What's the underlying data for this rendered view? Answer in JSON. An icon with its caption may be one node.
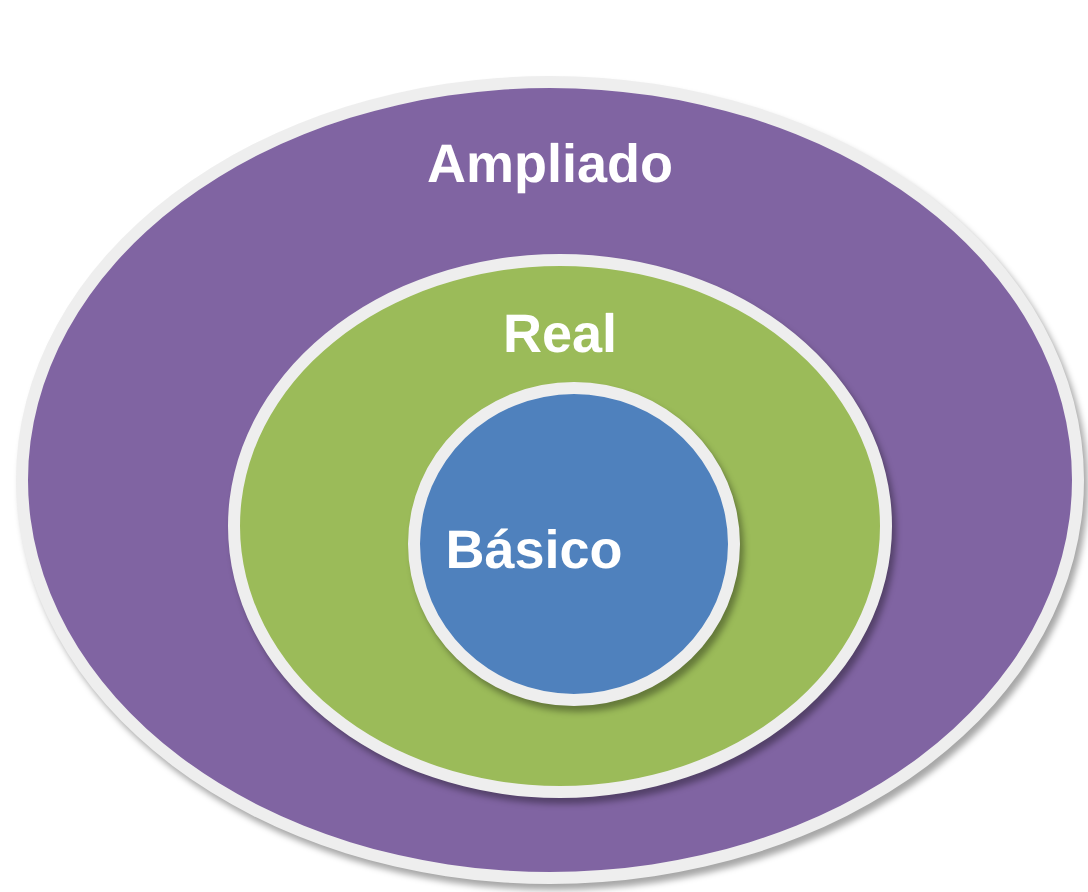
{
  "diagram": {
    "nodes": [
      {
        "text": [
          "Ampliado"
        ]
      },
      {
        "text": [
          "Real"
        ],
        "in": 0
      },
      {
        "text": [
          "Básico"
        ],
        "in": 1
      }
    ]
  }
}
